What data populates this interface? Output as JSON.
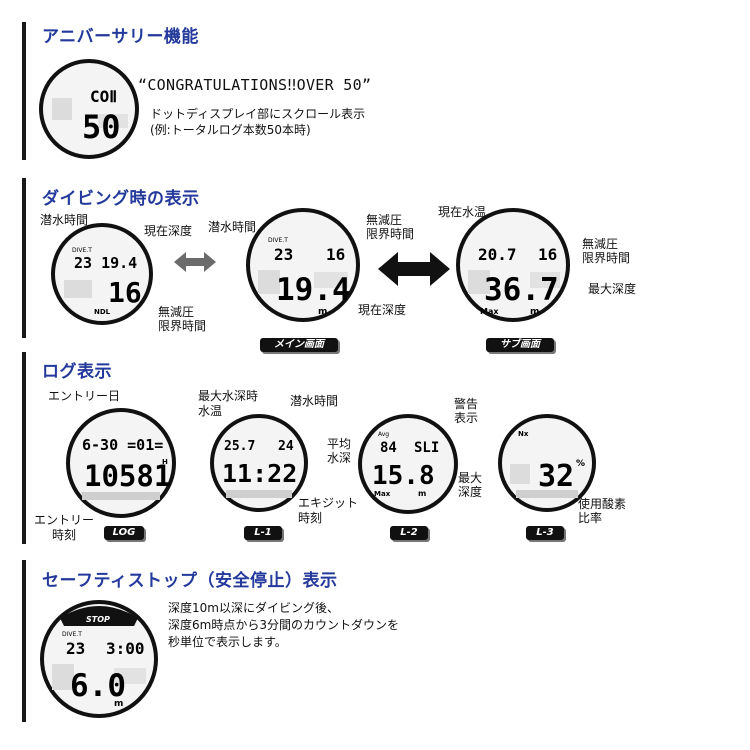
{
  "sections": {
    "anniversary": {
      "title": "アニバーサリー機能",
      "quote": "“CONGRATULATIONS‼OVER 50”",
      "desc_line1": "ドットディスプレイ部にスクロール表示",
      "desc_line2": "(例:トータルログ本数50本時)",
      "watch": {
        "top": "COⅡ",
        "main": "50"
      }
    },
    "diving": {
      "title": "ダイビング時の表示",
      "labels": {
        "dive_time_1": "潜水時間",
        "current_depth_1": "現在深度",
        "ndl_1a": "無減圧",
        "ndl_1b": "限界時間",
        "dive_time_2": "潜水時間",
        "ndl_2a": "無減圧",
        "ndl_2b": "限界時間",
        "current_depth_2": "現在深度",
        "water_temp": "現在水温",
        "ndl_3a": "無減圧",
        "ndl_3b": "限界時間",
        "max_depth": "最大深度"
      },
      "tags": {
        "main": "メイン画面",
        "sub": "サブ画面"
      },
      "watch1": {
        "small": "DIVE.T",
        "row": "23 19.4",
        "main": "16",
        "bottom": "NDL"
      },
      "watch2": {
        "small": "DIVE.T",
        "left": "23",
        "right": "16",
        "main": "19.4",
        "unit": "m"
      },
      "watch3": {
        "left": "20.7",
        "right": "16",
        "main": "36.7",
        "bottom": "Max",
        "unit": "m"
      }
    },
    "log": {
      "title": "ログ表示",
      "labels": {
        "entry_date": "エントリー日",
        "entry_time_a": "エントリー",
        "entry_time_b": "時刻",
        "max_depth_time": "最大水深時",
        "water_temp": "水温",
        "dive_time": "潜水時間",
        "exit_time_a": "エキジット",
        "exit_time_b": "時刻",
        "avg_a": "平均",
        "avg_b": "水深",
        "warning_a": "警告",
        "warning_b": "表示",
        "max_a": "最大",
        "max_b": "深度",
        "oxygen_a": "使用酸素",
        "oxygen_b": "比率"
      },
      "tags": {
        "log": "LOG",
        "l1": "L-1",
        "l2": "L-2",
        "l3": "L-3"
      },
      "watch1": {
        "row": "6-30 =01=",
        "main": "10581",
        "unit": "H"
      },
      "watch2": {
        "left": "25.7",
        "right": "24",
        "main": "11:22"
      },
      "watch3": {
        "small": "Avg",
        "left": "84",
        "right": "SLI",
        "main": "15.8",
        "bottom": "Max",
        "unit": "m"
      },
      "watch4": {
        "small": "Nx",
        "main": "32",
        "unit": "%"
      }
    },
    "safety": {
      "title": "セーフティストップ（安全停止）表示",
      "desc_line1": "深度10m以深にダイビング後、",
      "desc_line2": "深度6m時点から3分間のカウントダウンを",
      "desc_line3": "秒単位で表示します。",
      "watch": {
        "banner": "STOP",
        "small": "DIVE.T",
        "left": "23",
        "right": "3:00",
        "main": "6.0",
        "unit": "m"
      }
    }
  },
  "colors": {
    "title": "#23399b",
    "bar": "#1a1a1a",
    "lcd": "#000000"
  }
}
